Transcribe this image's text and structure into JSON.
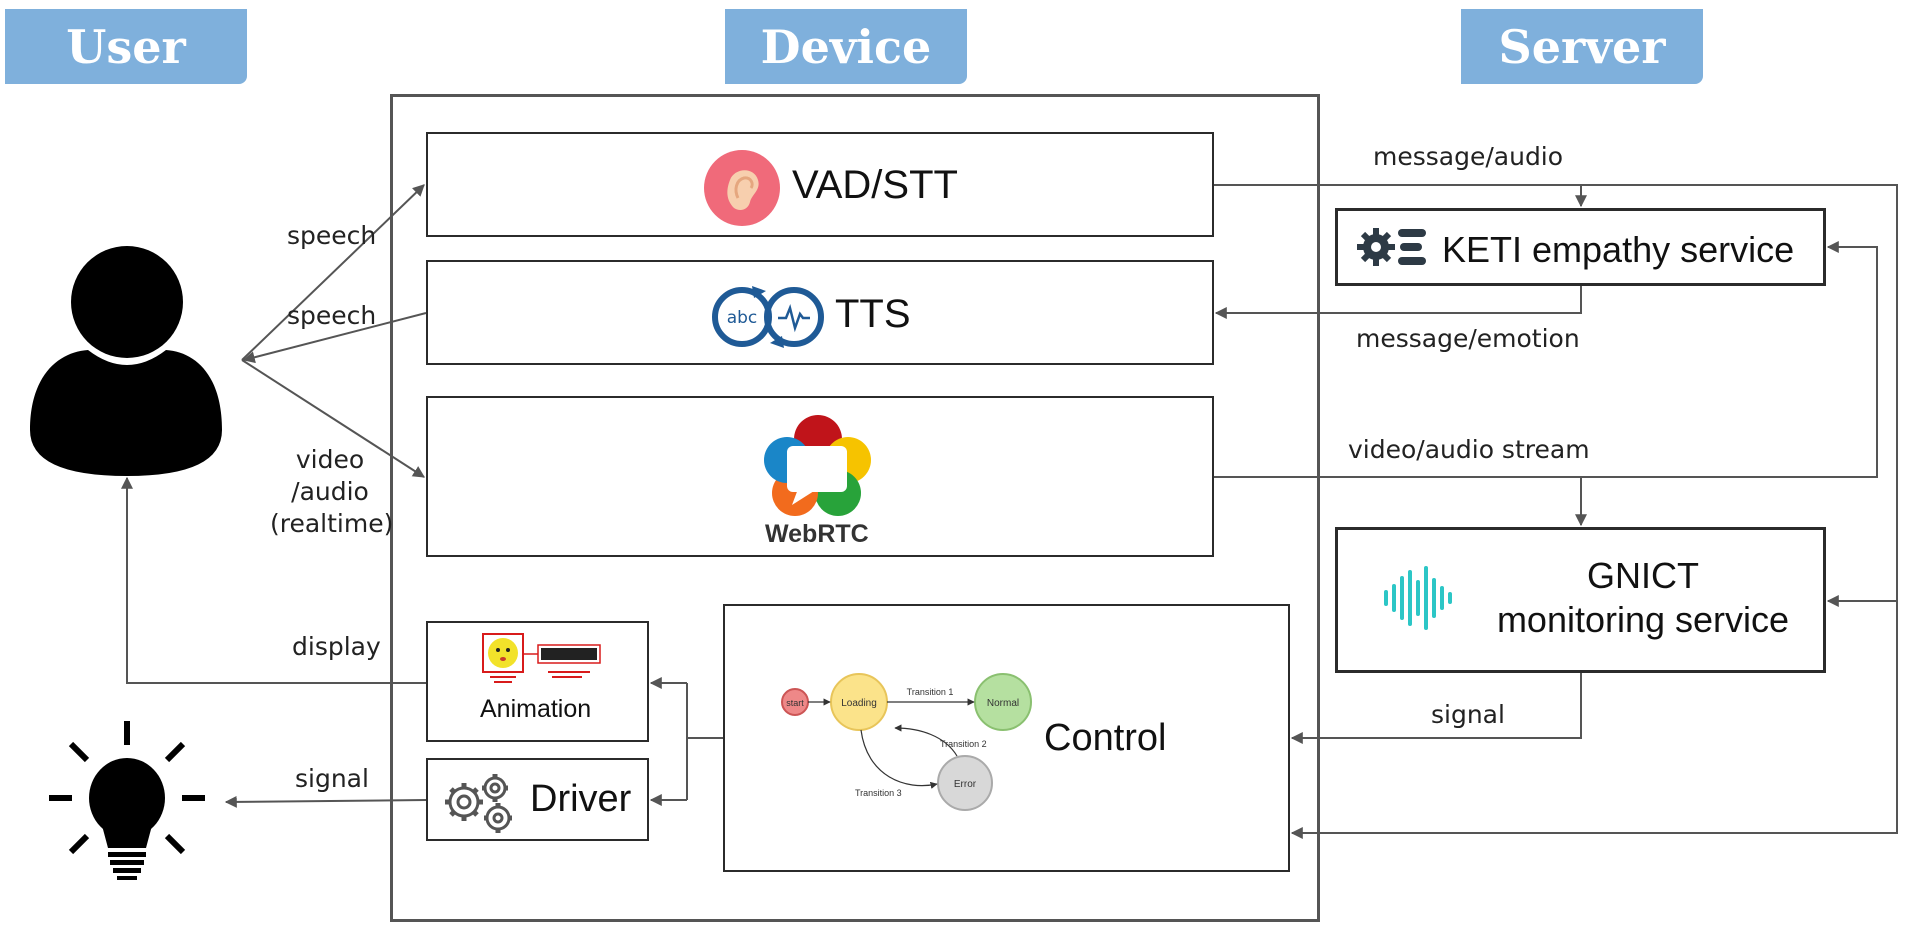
{
  "headers": {
    "user": "User",
    "device": "Device",
    "server": "Server"
  },
  "modules": {
    "vad_stt": "VAD/STT",
    "tts": "TTS",
    "webrtc": "WebRTC",
    "animation": "Animation",
    "driver": "Driver",
    "control": "Control"
  },
  "services": {
    "keti": "KETI empathy service",
    "gnict_line1": "GNICT",
    "gnict_line2": "monitoring service"
  },
  "edges": {
    "speech_in": "speech",
    "speech_out": "speech",
    "video_line1": "video",
    "video_line2": "/audio",
    "video_line3": "(realtime)",
    "display": "display",
    "signal_left": "signal",
    "message_audio": "message/audio",
    "message_emotion": "message/emotion",
    "video_audio_stream": "video/audio stream",
    "signal_right": "signal"
  },
  "state_diagram": {
    "start": "start",
    "loading": "Loading",
    "normal": "Normal",
    "error": "Error",
    "t1": "Transition 1",
    "t2": "Transition 2",
    "t3": "Transition 3"
  },
  "colors": {
    "header": "#7fb0dc",
    "arrow": "#555555",
    "ear": "#f06a7a",
    "tts_blue": "#1f5a96",
    "wave": "#2cc6c6"
  }
}
